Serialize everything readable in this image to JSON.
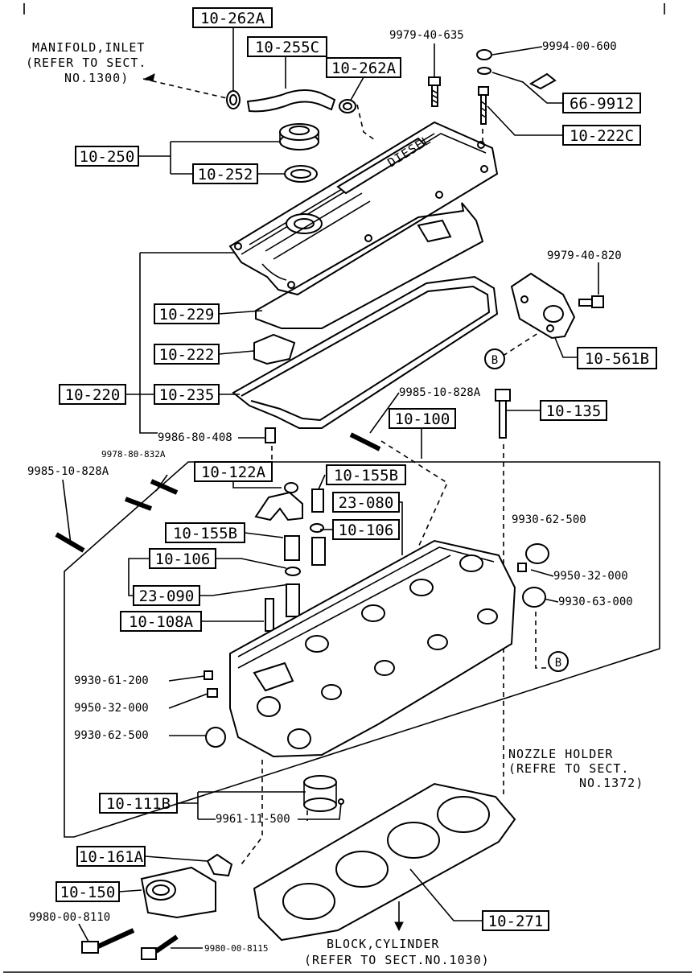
{
  "notes": {
    "manifold_l1": "MANIFOLD,INLET",
    "manifold_l2": "(REFER TO SECT.",
    "manifold_l3": "NO.1300)",
    "nozzle_l1": "NOZZLE HOLDER",
    "nozzle_l2": "(REFRE TO SECT.",
    "nozzle_l3": "NO.1372)",
    "block_l1": "BLOCK,CYLINDER",
    "block_l2": "(REFER TO SECT.NO.1030)",
    "cover_text": "DIESEL"
  },
  "boxed_labels": {
    "b10_262A_top": "10-262A",
    "b10_255C": "10-255C",
    "b10_262A_mid": "10-262A",
    "b66_9912": "66-9912",
    "b10_222C": "10-222C",
    "b10_250": "10-250",
    "b10_252": "10-252",
    "b10_229": "10-229",
    "b10_222": "10-222",
    "b10_220": "10-220",
    "b10_235": "10-235",
    "b10_561B": "10-561B",
    "b10_100": "10-100",
    "b10_135": "10-135",
    "b10_122A": "10-122A",
    "b10_155B_top": "10-155B",
    "b23_080": "23-080",
    "b10_155B_left": "10-155B",
    "b10_106_right": "10-106",
    "b10_106_left": "10-106",
    "b23_090": "23-090",
    "b10_108A": "10-108A",
    "b10_111B": "10-111B",
    "b10_161A": "10-161A",
    "b10_150": "10-150",
    "b10_271": "10-271"
  },
  "plain_labels": {
    "p9979_40_635": "9979-40-635",
    "p9994_00_600": "9994-00-600",
    "p9979_40_820": "9979-40-820",
    "p9985_10_828A_right": "9985-10-828A",
    "p9986_80_408": "9986-80-408",
    "p9978_80_832A": "9978-80-832A",
    "p9985_10_828A_left": "9985-10-828A",
    "p9930_62_500_right": "9930-62-500",
    "p9950_32_000_right": "9950-32-000",
    "p9930_63_000": "9930-63-000",
    "p9930_61_200": "9930-61-200",
    "p9950_32_000_left": "9950-32-000",
    "p9930_62_500_left": "9930-62-500",
    "p9961_11_500": "9961-11-500",
    "p9980_00_8110": "9980-00-8110",
    "p9980_00_8115": "9980-00-8115"
  },
  "callouts": {
    "b_upper": "B",
    "b_lower": "B"
  }
}
